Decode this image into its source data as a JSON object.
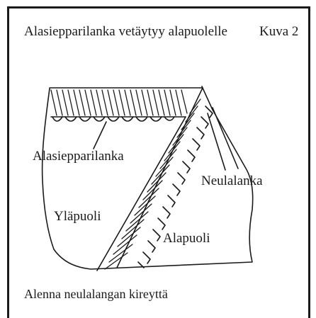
{
  "figure": {
    "title": "Alasiepparilanka vetäytyy alapuolelle",
    "number_label": "Kuva 2",
    "labels": {
      "looper_thread": "Alasiepparilanka",
      "needle_thread": "Neulalanka",
      "upper_side": "Yläpuoli",
      "lower_side": "Alapuoli"
    },
    "instruction": "Alenna neulalangan kireyttä"
  }
}
